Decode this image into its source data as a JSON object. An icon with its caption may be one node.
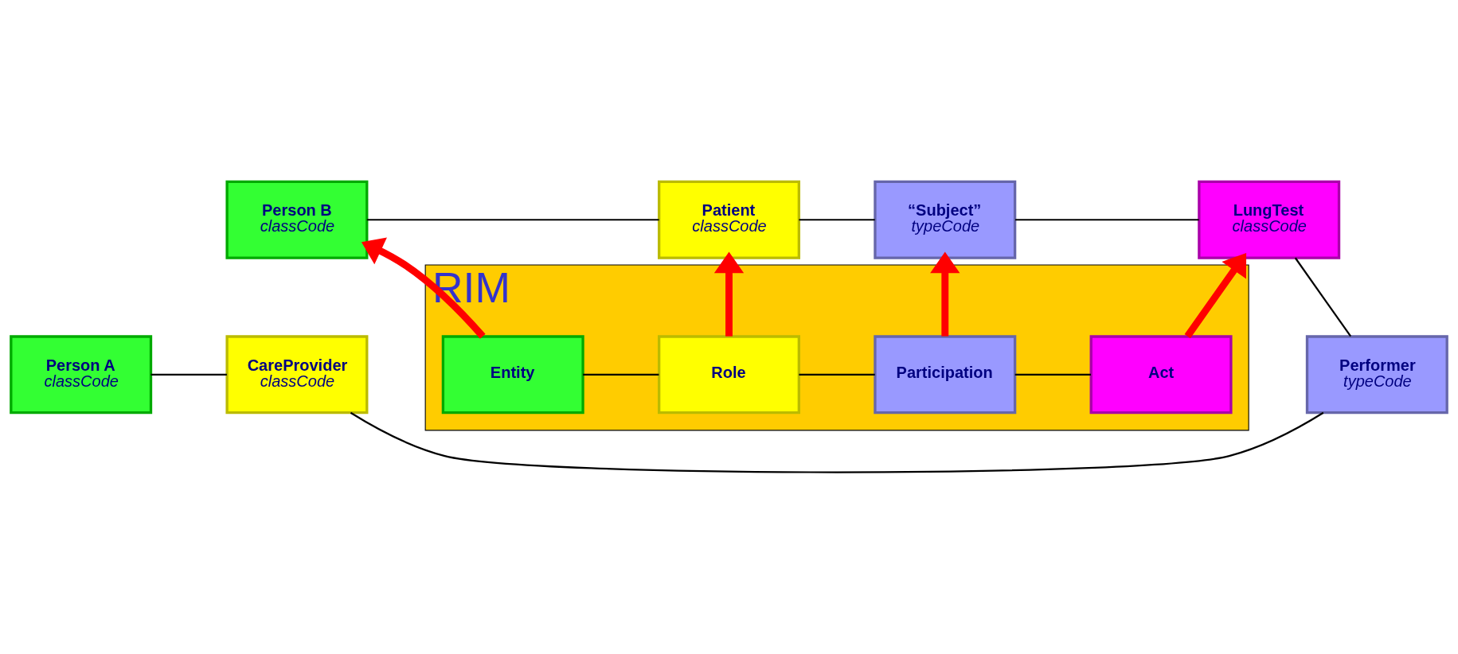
{
  "diagram": {
    "nodes": [
      {
        "text": [
          "RIM"
        ]
      },
      {
        "text": [
          "Person A",
          "classCode"
        ]
      },
      {
        "text": [
          "CareProvider",
          "classCode"
        ]
      },
      {
        "text": [
          "Performer",
          "typeCode"
        ]
      },
      {
        "text": [
          "LungTest",
          "classCode"
        ]
      },
      {
        "text": [
          "Person B",
          "classCode"
        ]
      },
      {
        "text": [
          "Patient",
          "classCode"
        ]
      },
      {
        "text": [
          "“Subject”",
          "typeCode"
        ]
      },
      {
        "text": [
          "Entity"
        ],
        "in": 0
      },
      {
        "text": [
          "Role"
        ],
        "in": 0
      },
      {
        "text": [
          "Participation"
        ],
        "in": 0
      },
      {
        "text": [
          "Act"
        ],
        "in": 0
      }
    ],
    "edges": [
      {
        "from": 1,
        "to": 2,
        "arrow": "none"
      },
      {
        "from": 2,
        "to": 3,
        "arrow": "none"
      },
      {
        "from": 3,
        "to": 4,
        "arrow": "none"
      },
      {
        "from": 5,
        "to": 6,
        "arrow": "none"
      },
      {
        "from": 6,
        "to": 7,
        "arrow": "none"
      },
      {
        "from": 7,
        "to": 4,
        "arrow": "none"
      },
      {
        "from": 8,
        "to": 9,
        "arrow": "none"
      },
      {
        "from": 9,
        "to": 10,
        "arrow": "none"
      },
      {
        "from": 10,
        "to": 11,
        "arrow": "none"
      },
      {
        "from": 8,
        "to": 5,
        "arrow": "to",
        "style": "thick",
        "color": "#ff0000"
      },
      {
        "from": 9,
        "to": 6,
        "arrow": "to",
        "style": "thick",
        "color": "#ff0000"
      },
      {
        "from": 10,
        "to": 7,
        "arrow": "to",
        "style": "thick",
        "color": "#ff0000"
      },
      {
        "from": 11,
        "to": 4,
        "arrow": "to",
        "style": "thick",
        "color": "#ff0000"
      }
    ]
  }
}
